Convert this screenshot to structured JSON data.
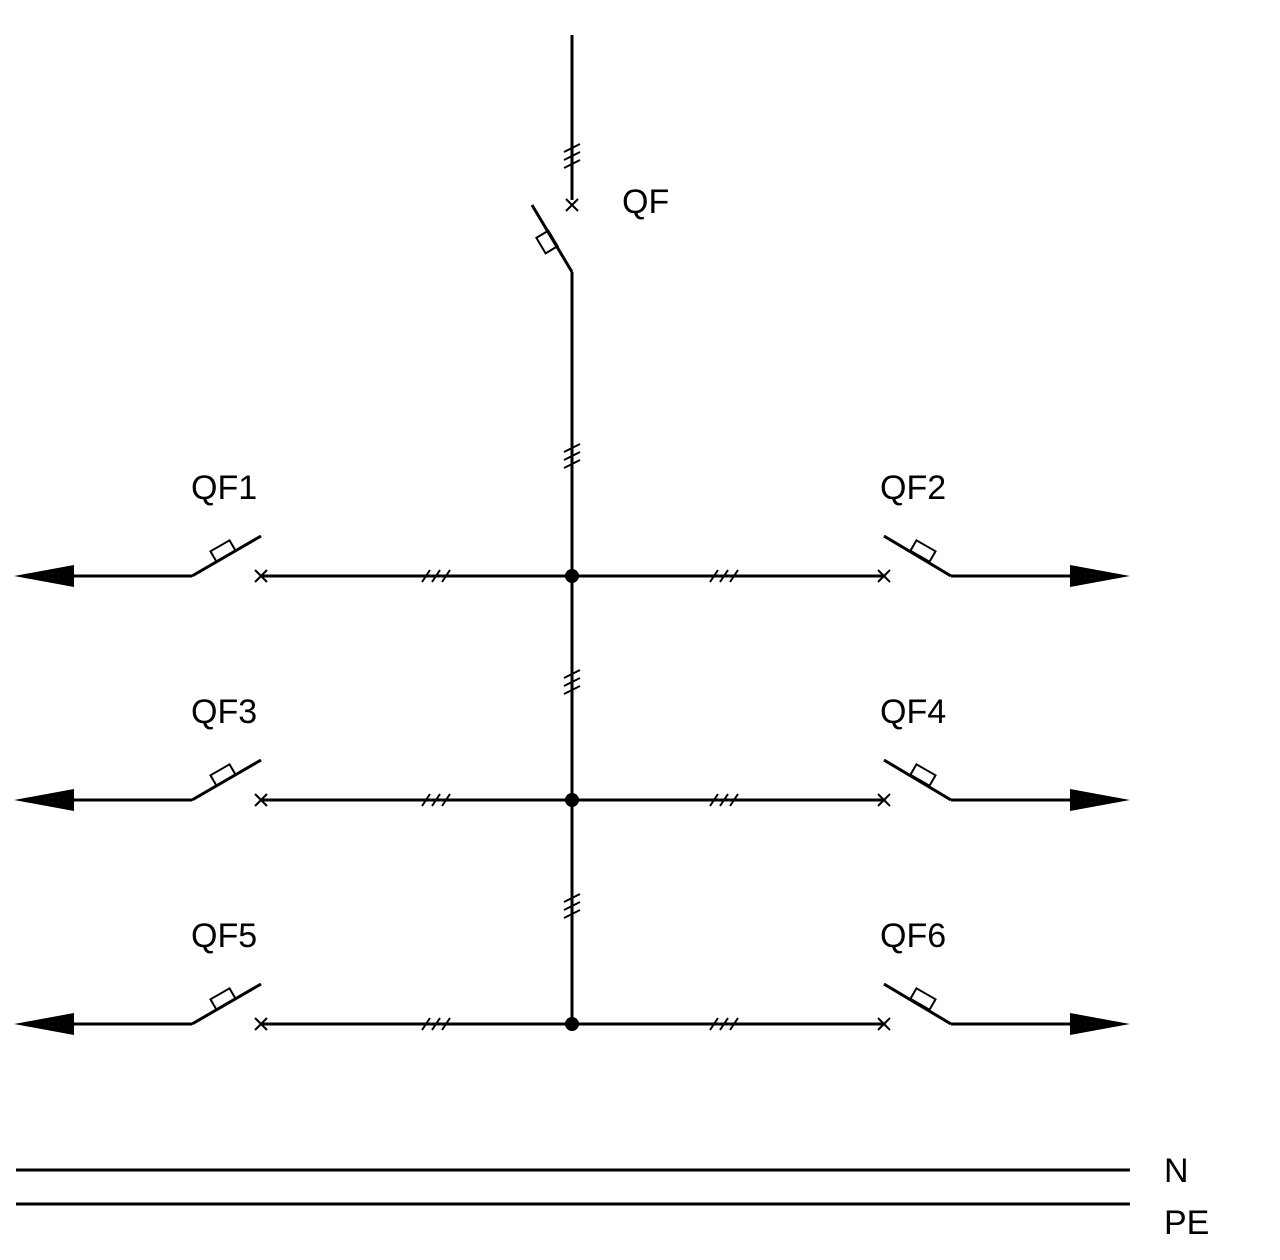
{
  "main_breaker": {
    "label": "QF"
  },
  "branches": [
    {
      "label": "QF1"
    },
    {
      "label": "QF2"
    },
    {
      "label": "QF3"
    },
    {
      "label": "QF4"
    },
    {
      "label": "QF5"
    },
    {
      "label": "QF6"
    }
  ],
  "buses": [
    {
      "label": "N"
    },
    {
      "label": "PE"
    }
  ],
  "colors": {
    "line": "#000000",
    "background": "#ffffff"
  }
}
